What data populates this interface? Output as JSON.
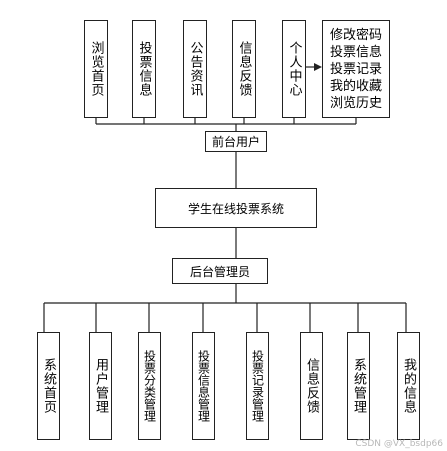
{
  "top_modules": [
    "浏览首页",
    "投票信息",
    "公告资讯",
    "信息反馈",
    "个人中心"
  ],
  "personal_center_detail": [
    "修改密码",
    "投票信息",
    "投票记录",
    "我的收藏",
    "浏览历史"
  ],
  "front_user": "前台用户",
  "system": "学生在线投票系统",
  "admin": "后台管理员",
  "bottom_modules": [
    "系统首页",
    "用户管理",
    "投票分类管理",
    "投票信息管理",
    "投票记录管理",
    "信息反馈",
    "系统管理",
    "我的信息"
  ],
  "watermark": "CSDN @VX_bsdp66"
}
